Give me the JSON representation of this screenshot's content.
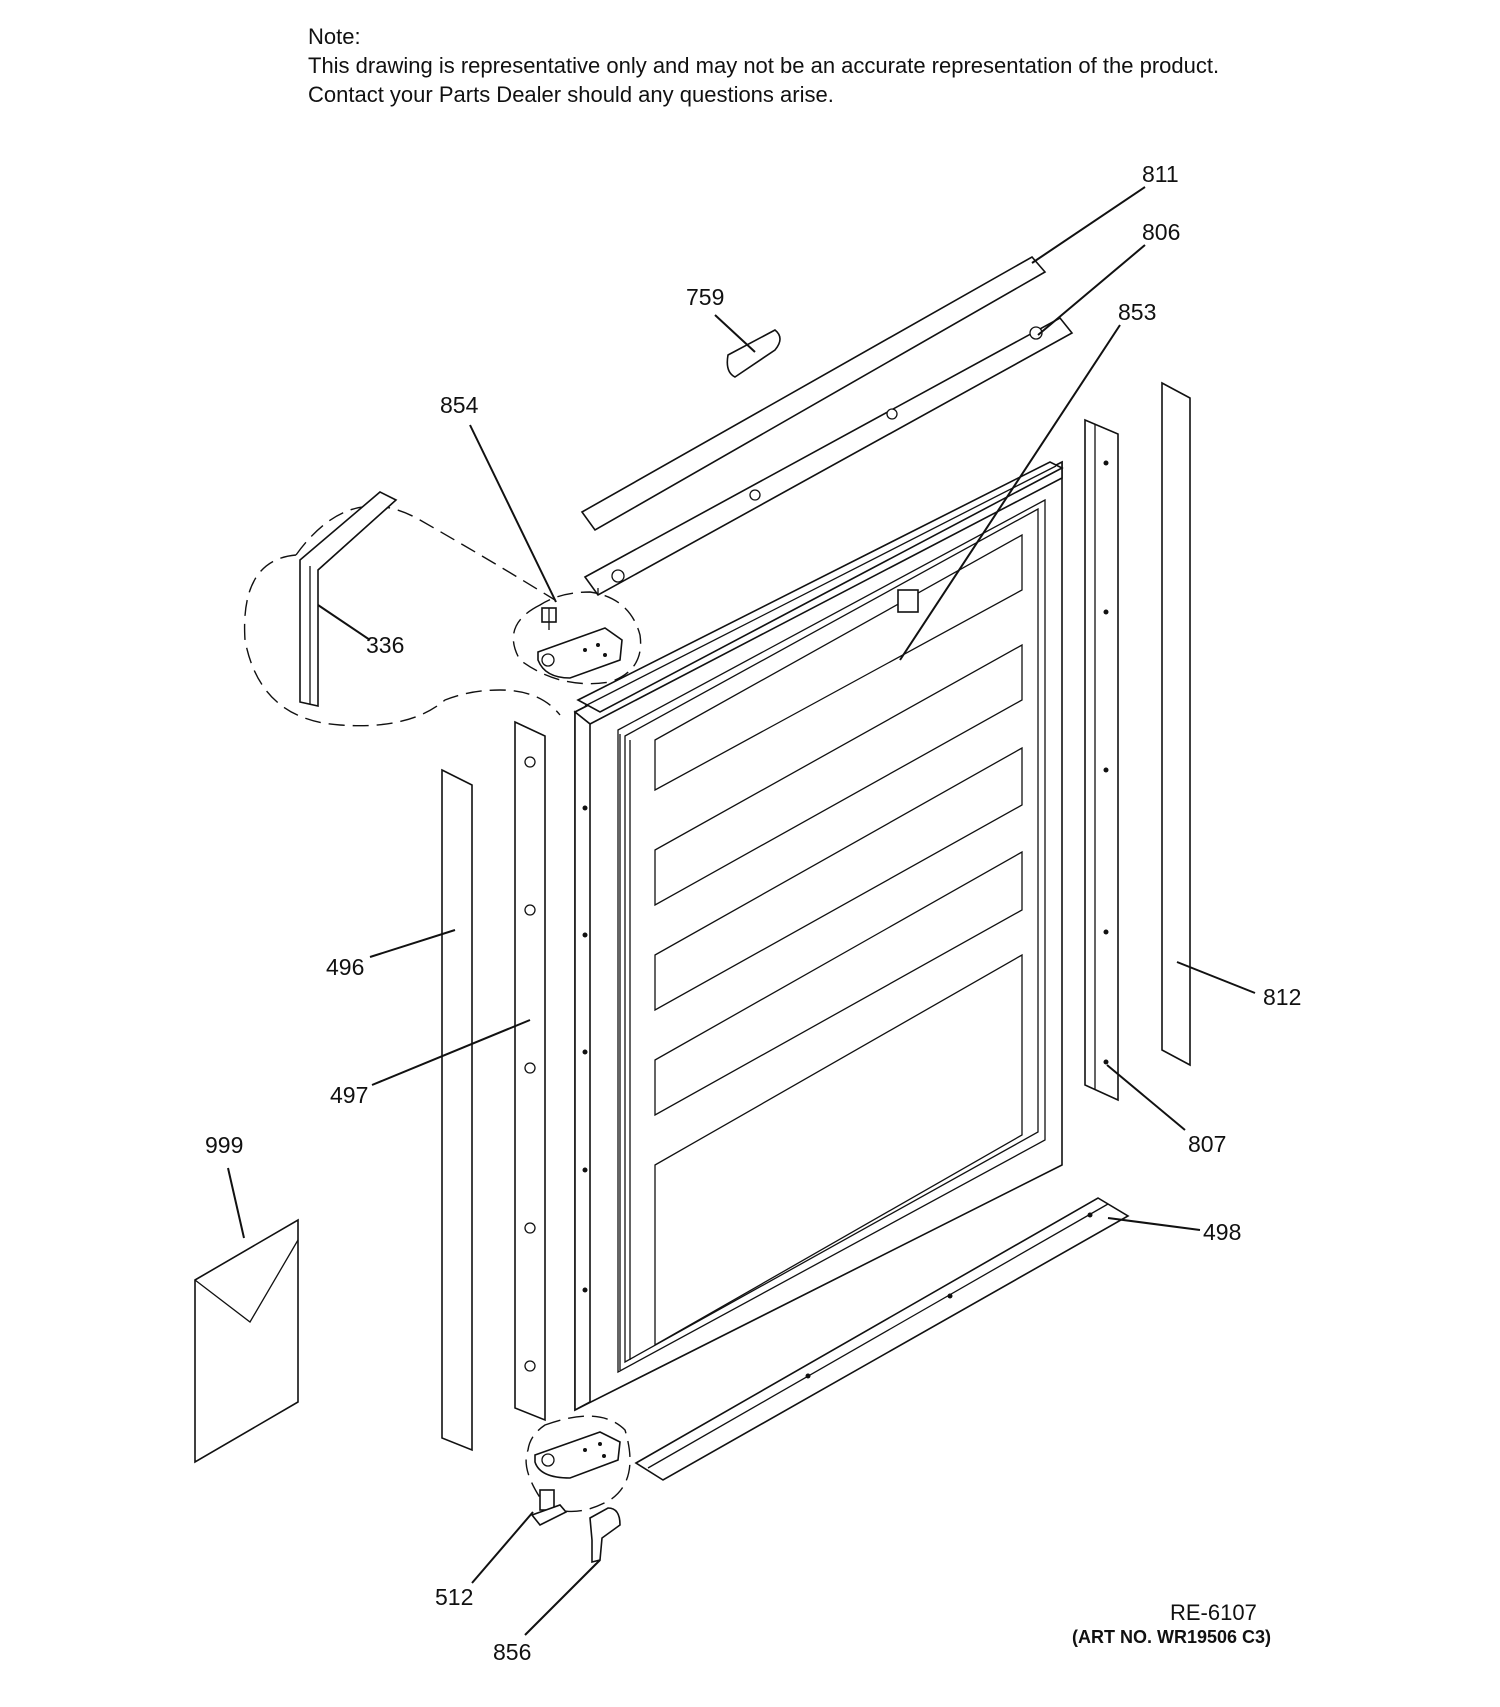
{
  "note": {
    "heading": "Note:",
    "line1": "This drawing is representative only and may not be an accurate representation of the product.",
    "line2": "Contact your Parts Dealer should any questions arise."
  },
  "callouts": {
    "c811": "811",
    "c806": "806",
    "c759": "759",
    "c853": "853",
    "c854": "854",
    "c336": "336",
    "c496": "496",
    "c497": "497",
    "c812": "812",
    "c807": "807",
    "c999": "999",
    "c498": "498",
    "c512": "512",
    "c856": "856"
  },
  "footer": {
    "ref": "RE-6107",
    "art_no": "(ART NO. WR19506 C3)"
  }
}
